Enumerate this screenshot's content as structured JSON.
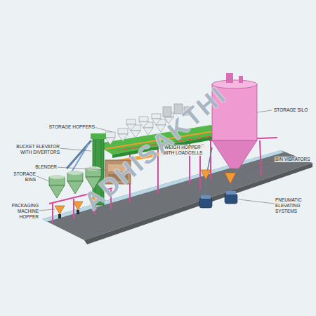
{
  "diagram": {
    "labels": [
      "STORAGE HOPPERS",
      "STORAGE SILO",
      "BUCKET ELEVATOR WITH DIVERTORS",
      "WEIGH HOPPER WITH LOADCELLS",
      "BIN VIBRATORS",
      "BLENDER",
      "STORAGE BINS",
      "PACKAGING MACHINE HOPPER",
      "PNEUMATIC ELEVATING SYSTEMS",
      "ADHISAKTHI"
    ]
  }
}
